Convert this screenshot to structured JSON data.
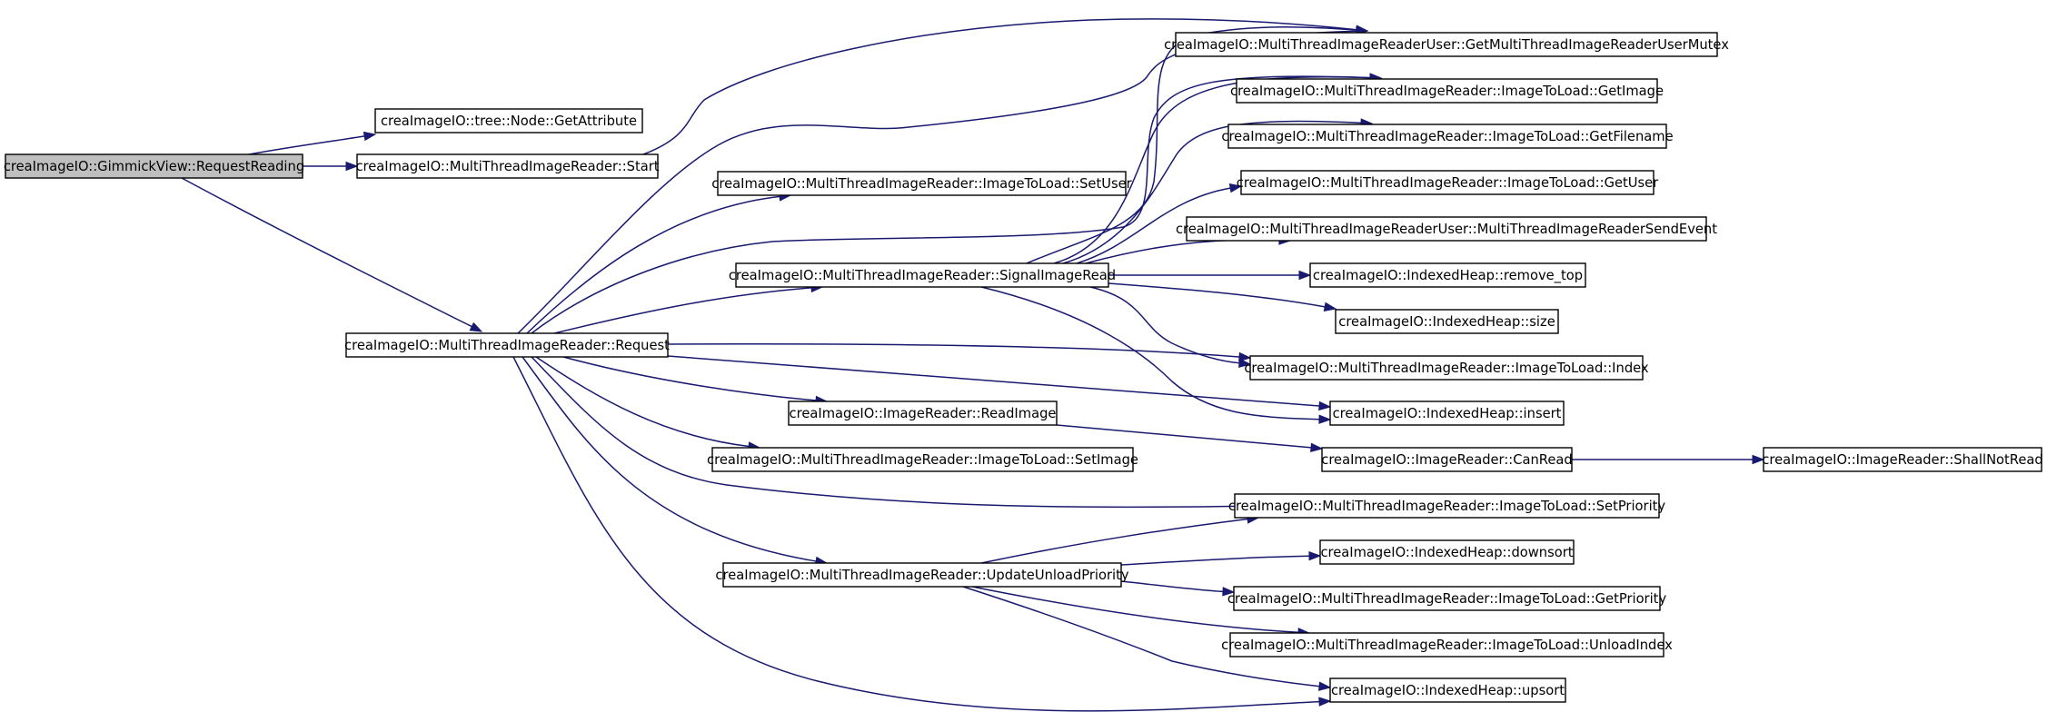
{
  "nodes": [
    {
      "id": "root",
      "label": "creaImageIO::GimmickView::RequestReading",
      "root": true
    },
    {
      "id": "getattr",
      "label": "creaImageIO::tree::Node::GetAttribute"
    },
    {
      "id": "start",
      "label": "creaImageIO::MultiThreadImageReader::Start"
    },
    {
      "id": "request",
      "label": "creaImageIO::MultiThreadImageReader::Request"
    },
    {
      "id": "setuser",
      "label": "creaImageIO::MultiThreadImageReader::ImageToLoad::SetUser"
    },
    {
      "id": "signal",
      "label": "creaImageIO::MultiThreadImageReader::SignalImageRead"
    },
    {
      "id": "readimage",
      "label": "creaImageIO::ImageReader::ReadImage"
    },
    {
      "id": "setimage",
      "label": "creaImageIO::MultiThreadImageReader::ImageToLoad::SetImage"
    },
    {
      "id": "updprio",
      "label": "creaImageIO::MultiThreadImageReader::UpdateUnloadPriority"
    },
    {
      "id": "mutex",
      "label": "creaImageIO::MultiThreadImageReaderUser::GetMultiThreadImageReaderUserMutex"
    },
    {
      "id": "getimage",
      "label": "creaImageIO::MultiThreadImageReader::ImageToLoad::GetImage"
    },
    {
      "id": "getfilename",
      "label": "creaImageIO::MultiThreadImageReader::ImageToLoad::GetFilename"
    },
    {
      "id": "getuser",
      "label": "creaImageIO::MultiThreadImageReader::ImageToLoad::GetUser"
    },
    {
      "id": "sendevent",
      "label": "creaImageIO::MultiThreadImageReaderUser::MultiThreadImageReaderSendEvent"
    },
    {
      "id": "removetop",
      "label": "creaImageIO::IndexedHeap::remove_top"
    },
    {
      "id": "size",
      "label": "creaImageIO::IndexedHeap::size"
    },
    {
      "id": "index",
      "label": "creaImageIO::MultiThreadImageReader::ImageToLoad::Index"
    },
    {
      "id": "insert",
      "label": "creaImageIO::IndexedHeap::insert"
    },
    {
      "id": "canread",
      "label": "creaImageIO::ImageReader::CanRead"
    },
    {
      "id": "setprio",
      "label": "creaImageIO::MultiThreadImageReader::ImageToLoad::SetPriority"
    },
    {
      "id": "downsort",
      "label": "creaImageIO::IndexedHeap::downsort"
    },
    {
      "id": "getprio",
      "label": "creaImageIO::MultiThreadImageReader::ImageToLoad::GetPriority"
    },
    {
      "id": "unloadidx",
      "label": "creaImageIO::MultiThreadImageReader::ImageToLoad::UnloadIndex"
    },
    {
      "id": "upsort",
      "label": "creaImageIO::IndexedHeap::upsort"
    },
    {
      "id": "shallnot",
      "label": "creaImageIO::ImageReader::ShallNotRead"
    }
  ],
  "edges": [
    {
      "from": "root",
      "to": "getattr"
    },
    {
      "from": "root",
      "to": "start"
    },
    {
      "from": "root",
      "to": "request"
    },
    {
      "from": "start",
      "to": "mutex"
    },
    {
      "from": "request",
      "to": "mutex"
    },
    {
      "from": "request",
      "to": "setuser"
    },
    {
      "from": "request",
      "to": "getimage"
    },
    {
      "from": "request",
      "to": "signal"
    },
    {
      "from": "request",
      "to": "index"
    },
    {
      "from": "request",
      "to": "insert"
    },
    {
      "from": "request",
      "to": "readimage"
    },
    {
      "from": "request",
      "to": "setimage"
    },
    {
      "from": "request",
      "to": "setprio"
    },
    {
      "from": "request",
      "to": "updprio"
    },
    {
      "from": "request",
      "to": "upsort"
    },
    {
      "from": "signal",
      "to": "mutex"
    },
    {
      "from": "signal",
      "to": "getimage"
    },
    {
      "from": "signal",
      "to": "getfilename"
    },
    {
      "from": "signal",
      "to": "getuser"
    },
    {
      "from": "signal",
      "to": "sendevent"
    },
    {
      "from": "signal",
      "to": "removetop"
    },
    {
      "from": "signal",
      "to": "size"
    },
    {
      "from": "signal",
      "to": "index"
    },
    {
      "from": "signal",
      "to": "insert"
    },
    {
      "from": "readimage",
      "to": "canread"
    },
    {
      "from": "canread",
      "to": "shallnot"
    },
    {
      "from": "updprio",
      "to": "setprio"
    },
    {
      "from": "updprio",
      "to": "downsort"
    },
    {
      "from": "updprio",
      "to": "getprio"
    },
    {
      "from": "updprio",
      "to": "unloadidx"
    },
    {
      "from": "updprio",
      "to": "upsort"
    }
  ]
}
